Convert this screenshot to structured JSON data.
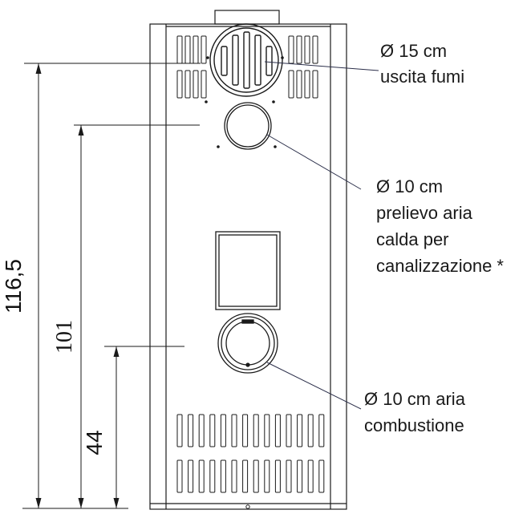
{
  "callouts": {
    "flue": {
      "diameter": "Ø 15 cm",
      "description": "uscita fumi"
    },
    "hot_air": {
      "diameter": "Ø 10 cm",
      "line1": "prelievo aria",
      "line2": "calda per",
      "line3": "canalizzazione *"
    },
    "combustion": {
      "line1": "Ø 10 cm aria",
      "line2": "combustione"
    }
  },
  "dimensions": {
    "total_height": "116,5",
    "hot_air_height": "101",
    "combustion_height": "44"
  },
  "colors": {
    "stroke": "#1a1a1a",
    "leader": "#2b2f4a",
    "background": "#ffffff"
  }
}
